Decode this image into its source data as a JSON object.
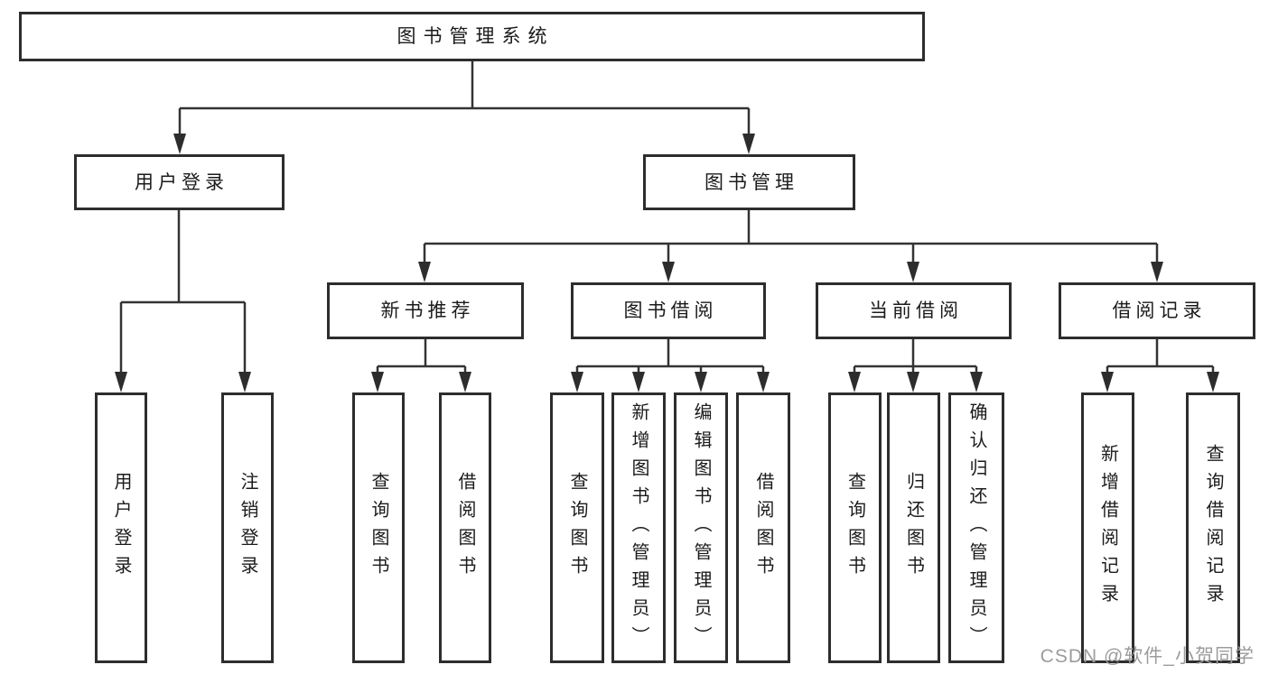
{
  "tree": {
    "label": "图书管理系统",
    "children": [
      {
        "label": "用户登录",
        "children": [
          {
            "label": "用户登录"
          },
          {
            "label": "注销登录"
          }
        ]
      },
      {
        "label": "图书管理",
        "children": [
          {
            "label": "新书推荐",
            "children": [
              {
                "label": "查询图书"
              },
              {
                "label": "借阅图书"
              }
            ]
          },
          {
            "label": "图书借阅",
            "children": [
              {
                "label": "查询图书"
              },
              {
                "label": "新增图书（管理员）"
              },
              {
                "label": "编辑图书（管理员）"
              },
              {
                "label": "借阅图书"
              }
            ]
          },
          {
            "label": "当前借阅",
            "children": [
              {
                "label": "查询图书"
              },
              {
                "label": "归还图书"
              },
              {
                "label": "确认归还（管理员）"
              }
            ]
          },
          {
            "label": "借阅记录",
            "children": [
              {
                "label": "新增借阅记录"
              },
              {
                "label": "查询借阅记录"
              }
            ]
          }
        ]
      }
    ]
  },
  "colors": {
    "line": "#333333",
    "border": "#2d2d2d",
    "text": "#1b1b1b",
    "watermark": "#9c9c9c"
  },
  "watermark": "CSDN @软件_小贺同学"
}
